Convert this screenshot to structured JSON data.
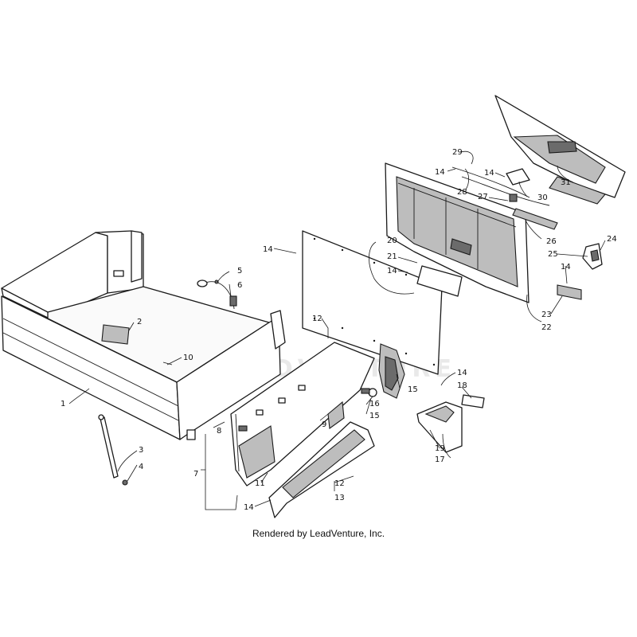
{
  "watermark": "LEADVENTURE",
  "credit": "Rendered by LeadVenture, Inc.",
  "callouts": [
    {
      "id": "c1",
      "label": "1"
    },
    {
      "id": "c2",
      "label": "2"
    },
    {
      "id": "c3",
      "label": "3"
    },
    {
      "id": "c4",
      "label": "4"
    },
    {
      "id": "c5",
      "label": "5"
    },
    {
      "id": "c6",
      "label": "6"
    },
    {
      "id": "c7",
      "label": "7"
    },
    {
      "id": "c8",
      "label": "8"
    },
    {
      "id": "c9",
      "label": "9"
    },
    {
      "id": "c10",
      "label": "10"
    },
    {
      "id": "c11",
      "label": "11"
    },
    {
      "id": "c12a",
      "label": "12"
    },
    {
      "id": "c12b",
      "label": "12"
    },
    {
      "id": "c13",
      "label": "13"
    },
    {
      "id": "c14a",
      "label": "14"
    },
    {
      "id": "c14b",
      "label": "14"
    },
    {
      "id": "c14c",
      "label": "14"
    },
    {
      "id": "c14d",
      "label": "14"
    },
    {
      "id": "c14e",
      "label": "14"
    },
    {
      "id": "c14f",
      "label": "14"
    },
    {
      "id": "c14g",
      "label": "14"
    },
    {
      "id": "c15a",
      "label": "15"
    },
    {
      "id": "c15b",
      "label": "15"
    },
    {
      "id": "c16",
      "label": "16"
    },
    {
      "id": "c17",
      "label": "17"
    },
    {
      "id": "c18",
      "label": "18"
    },
    {
      "id": "c19",
      "label": "19"
    },
    {
      "id": "c20",
      "label": "20"
    },
    {
      "id": "c21",
      "label": "21"
    },
    {
      "id": "c22",
      "label": "22"
    },
    {
      "id": "c23",
      "label": "23"
    },
    {
      "id": "c24",
      "label": "24"
    },
    {
      "id": "c25",
      "label": "25"
    },
    {
      "id": "c26",
      "label": "26"
    },
    {
      "id": "c27",
      "label": "27"
    },
    {
      "id": "c28",
      "label": "28"
    },
    {
      "id": "c29",
      "label": "29"
    },
    {
      "id": "c30",
      "label": "30"
    },
    {
      "id": "c31",
      "label": "31"
    }
  ]
}
